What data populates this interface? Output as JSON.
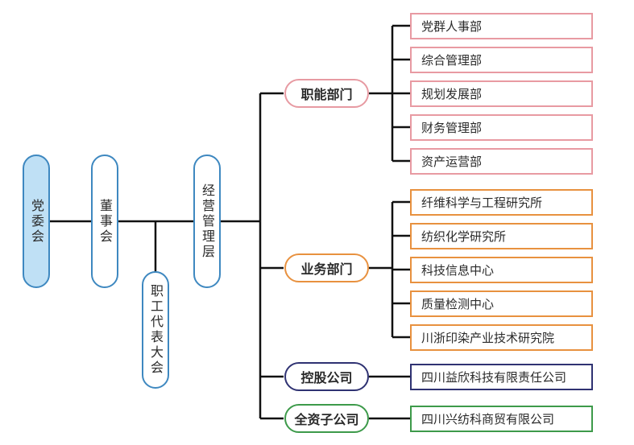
{
  "org": {
    "party": "党委会",
    "board": "董事会",
    "management": "经营管理层",
    "workers": "职工代表大会"
  },
  "categories": {
    "functional": {
      "label": "职能部门",
      "items": [
        "党群人事部",
        "综合管理部",
        "规划发展部",
        "财务管理部",
        "资产运营部"
      ]
    },
    "business": {
      "label": "业务部门",
      "items": [
        "纤维科学与工程研究所",
        "纺织化学研究所",
        "科技信息中心",
        "质量检测中心",
        "川浙印染产业技术研究院"
      ]
    },
    "holding": {
      "label": "控股公司",
      "items": [
        "四川益欣科技有限责任公司"
      ]
    },
    "wholly_owned": {
      "label": "全资子公司",
      "items": [
        "四川兴纺科商贸有限公司"
      ]
    }
  },
  "colors": {
    "line": "#111111",
    "party_fill": "#bfe0f5",
    "blue_border": "#3e88c0",
    "pink": "#e89aa2",
    "orange": "#e8913f",
    "navy": "#2f3272",
    "green": "#3d9a4a"
  }
}
